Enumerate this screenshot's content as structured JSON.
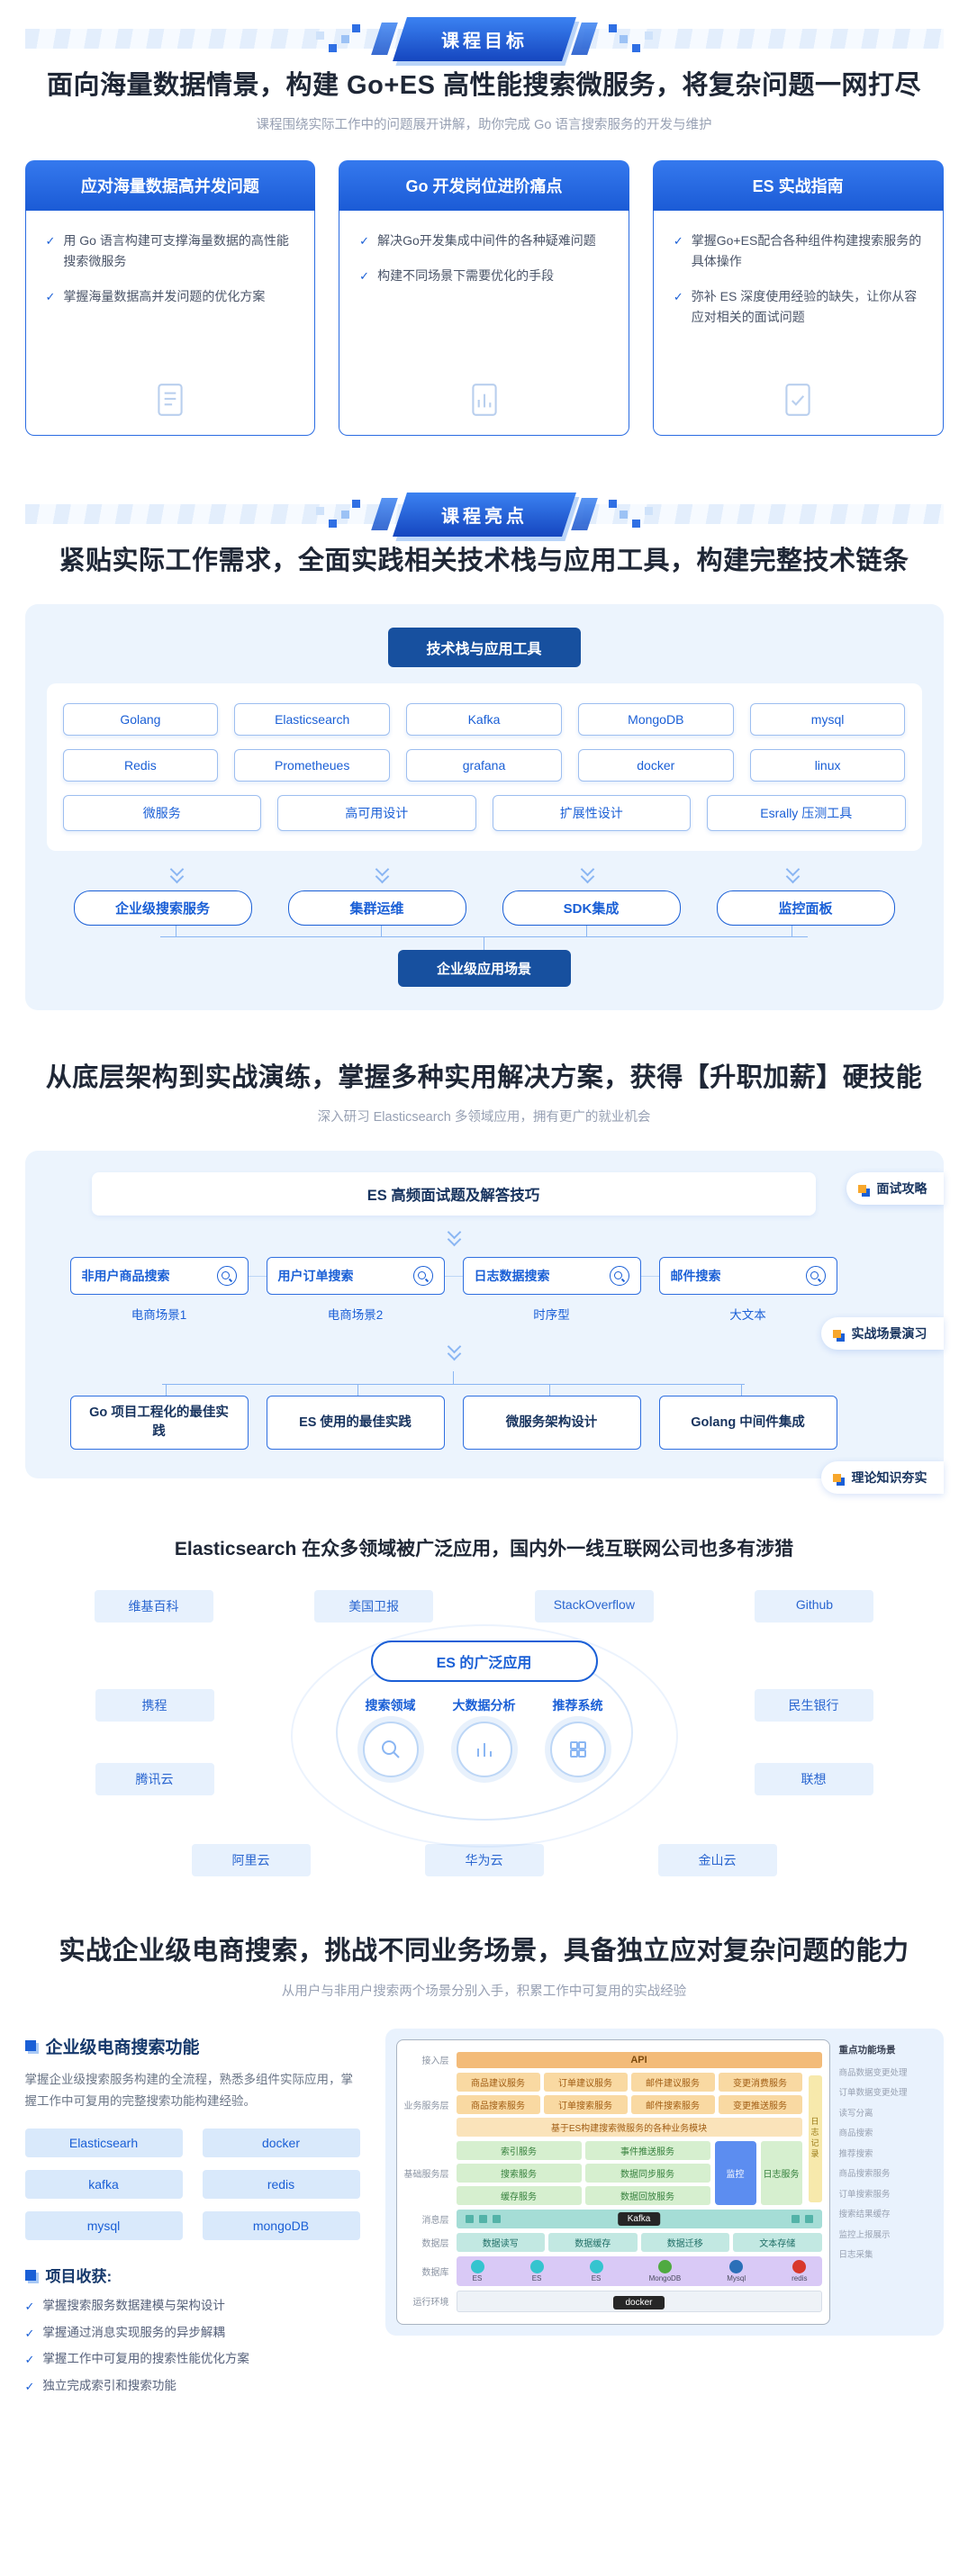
{
  "theme": {
    "accent": "#1a5fd6",
    "navy": "#17335e",
    "card_blue": "#1f66e0",
    "panel_bg": "#ecf4fd"
  },
  "goals": {
    "ribbon": "课程目标",
    "title": "面向海量数据情景，构建 Go+ES 高性能搜索微服务，将复杂问题一网打尽",
    "subtitle": "课程围绕实际工作中的问题展开讲解，助你完成 Go 语言搜索服务的开发与维护",
    "cards": [
      {
        "title": "应对海量数据高并发问题",
        "items": [
          "用 Go 语言构建可支撑海量数据的高性能搜索微服务",
          "掌握海量数据高并发问题的优化方案"
        ]
      },
      {
        "title": "Go 开发岗位进阶痛点",
        "items": [
          "解决Go开发集成中间件的各种疑难问题",
          "构建不同场景下需要优化的手段"
        ]
      },
      {
        "title": "ES 实战指南",
        "items": [
          "掌握Go+ES配合各种组件构建搜索服务的具体操作",
          "弥补 ES 深度使用经验的缺失，让你从容应对相关的面试问题"
        ]
      }
    ]
  },
  "highlights": {
    "ribbon": "课程亮点",
    "title": "紧贴实际工作需求，全面实践相关技术栈与应用工具，构建完整技术链条",
    "stack_header": "技术栈与应用工具",
    "stack_row1": [
      "Golang",
      "Elasticsearch",
      "Kafka",
      "MongoDB",
      "mysql"
    ],
    "stack_row2": [
      "Redis",
      "Prometheues",
      "grafana",
      "docker",
      "linux"
    ],
    "stack_row3": [
      "微服务",
      "高可用设计",
      "扩展性设计",
      "Esrally 压测工具"
    ],
    "mid_pills": [
      "企业级搜索服务",
      "集群运维",
      "SDK集成",
      "监控面板"
    ],
    "bottom_pill": "企业级应用场景"
  },
  "solutions": {
    "title": "从底层架构到实战演练，掌握多种实用解决方案，获得【升职加薪】硬技能",
    "subtitle": "深入研习 Elasticsearch 多领域应用，拥有更广的就业机会",
    "header": "ES 高频面试题及解答技巧",
    "side_labels": [
      "面试攻略",
      "实战场景演习",
      "理论知识夯实"
    ],
    "search_boxes": [
      {
        "label": "非用户商品搜索",
        "tag": "电商场景1"
      },
      {
        "label": "用户订单搜索",
        "tag": "电商场景2"
      },
      {
        "label": "日志数据搜索",
        "tag": "时序型"
      },
      {
        "label": "邮件搜索",
        "tag": "大文本"
      }
    ],
    "practice_boxes": [
      "Go 项目工程化的最佳实践",
      "ES 使用的最佳实践",
      "微服务架构设计",
      "Golang 中间件集成"
    ]
  },
  "adoption": {
    "title": "Elasticsearch 在众多领域被广泛应用，国内外一线互联网公司也多有涉猎",
    "center_pill": "ES 的广泛应用",
    "domains": [
      "搜索领域",
      "大数据分析",
      "推荐系统"
    ],
    "companies_top": [
      "维基百科",
      "美国卫报",
      "StackOverflow",
      "Github"
    ],
    "companies_left": [
      "携程",
      "腾讯云"
    ],
    "companies_right": [
      "民生银行",
      "联想"
    ],
    "companies_bottom": [
      "阿里云",
      "华为云",
      "金山云"
    ]
  },
  "practice": {
    "title": "实战企业级电商搜索，挑战不同业务场景，具备独立应对复杂问题的能力",
    "subtitle": "从用户与非用户搜索两个场景分别入手，积累工作中可复用的实战经验",
    "left": {
      "header": "企业级电商搜索功能",
      "desc": "掌握企业级搜索服务构建的全流程，熟悉多组件实际应用，掌握工作中可复用的完整搜索功能构建经验。",
      "pills": [
        "Elasticsearh",
        "docker",
        "kafka",
        "redis",
        "mysql",
        "mongoDB"
      ],
      "gains_header": "项目收获:",
      "gains": [
        "掌握搜索服务数据建模与架构设计",
        "掌握通过消息实现服务的异步解耦",
        "掌握工作中可复用的搜索性能优化方案",
        "独立完成索引和搜索功能"
      ]
    },
    "diagram": {
      "layer_api": "接入层",
      "layer_biz": "业务服务层",
      "layer_base": "基础服务层",
      "layer_msg": "消息层",
      "layer_data": "数据层",
      "layer_db": "数据库",
      "layer_runtime": "运行环境",
      "api_bar": "API",
      "biz_row1": [
        "商品建议服务",
        "订单建议服务",
        "邮件建议服务",
        "变更消费服务"
      ],
      "biz_row2": [
        "商品搜索服务",
        "订单搜索服务",
        "邮件搜索服务",
        "变更推送服务"
      ],
      "biz_bar": "基于ES构建搜索微服务的各种业务模块",
      "base_pills": [
        "索引服务",
        "事件推送服务",
        "搜索服务",
        "数据同步服务",
        "缓存服务",
        "数据回放服务"
      ],
      "monitor": "监控",
      "log_service": "日志服务",
      "log_record": "日志记录",
      "kafka": "Kafka",
      "data_pills": [
        "数据读写",
        "数据缓存",
        "数据迁移",
        "文本存储"
      ],
      "db_items": [
        {
          "label": "ES",
          "color": "#35c4cf"
        },
        {
          "label": "ES",
          "color": "#35c4cf"
        },
        {
          "label": "ES",
          "color": "#35c4cf"
        },
        {
          "label": "MongoDB",
          "color": "#4faa41"
        },
        {
          "label": "Mysql",
          "color": "#2b6fb8"
        },
        {
          "label": "redis",
          "color": "#d8382c"
        }
      ],
      "runtime_badge": "docker",
      "annotations_title": "重点功能场景",
      "annotations": [
        "商品数据变更处理",
        "订单数据变更处理",
        "读写分离",
        "商品搜索",
        "推荐搜索",
        "商品搜索服务",
        "订单搜索服务",
        "搜索结果缓存",
        "监控上报展示",
        "日志采集"
      ]
    }
  }
}
